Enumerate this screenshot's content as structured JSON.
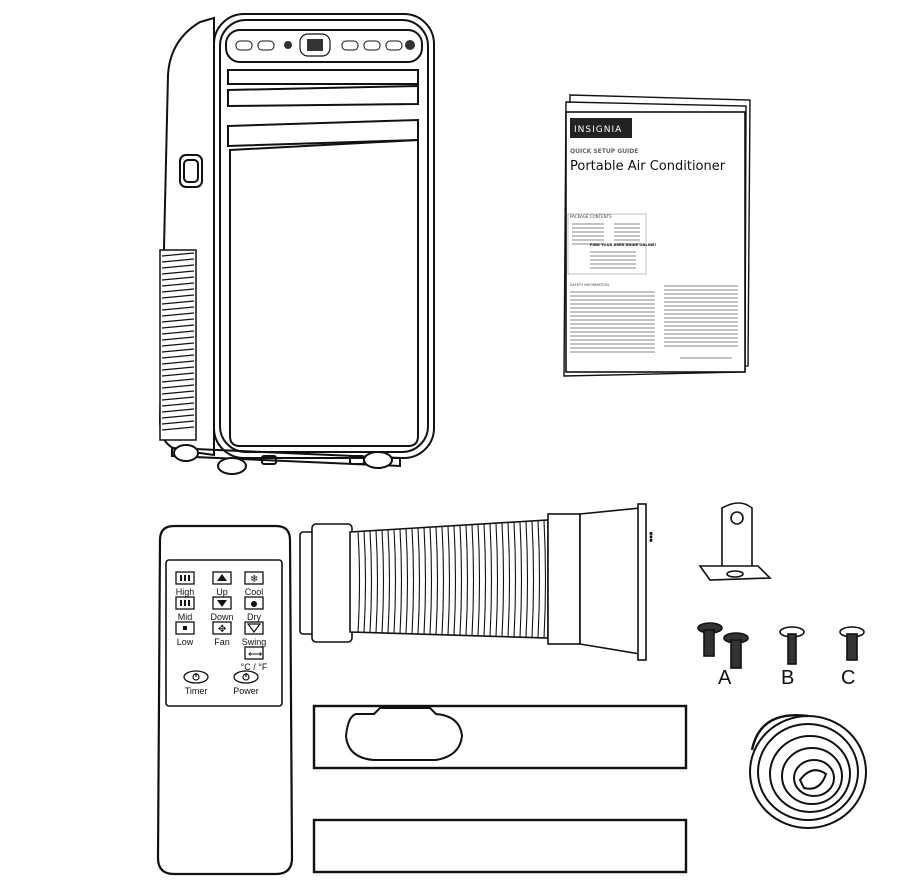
{
  "manual": {
    "brand": "INSIGNIA",
    "subtitle": "QUICK SETUP GUIDE",
    "title": "Portable Air Conditioner",
    "package_heading": "PACKAGE CONTENTS",
    "find_online": "FIND YOUR USER GUIDE ONLINE!",
    "safety_heading": "SAFETY INFORMATION"
  },
  "remote": {
    "buttons": [
      {
        "key": "high",
        "label": "High",
        "icon": "fan-bars-icon"
      },
      {
        "key": "up",
        "label": "Up",
        "icon": "triangle-up-icon"
      },
      {
        "key": "cool",
        "label": "Cool",
        "icon": "snowflake-icon"
      },
      {
        "key": "mid",
        "label": "Mid",
        "icon": "fan-bars-icon"
      },
      {
        "key": "down",
        "label": "Down",
        "icon": "triangle-down-icon"
      },
      {
        "key": "dry",
        "label": "Dry",
        "icon": "droplet-icon"
      },
      {
        "key": "low",
        "label": "Low",
        "icon": "square-icon"
      },
      {
        "key": "fan",
        "label": "Fan",
        "icon": "fan-icon"
      },
      {
        "key": "swing",
        "label": "Swing",
        "icon": "swing-icon"
      },
      {
        "key": "temp",
        "label": "°C / °F",
        "icon": "arrows-icon"
      },
      {
        "key": "timer",
        "label": "Timer",
        "icon": "timer-icon"
      },
      {
        "key": "power",
        "label": "Power",
        "icon": "power-icon"
      }
    ]
  },
  "screws": {
    "a": "A",
    "b": "B",
    "c": "C"
  }
}
